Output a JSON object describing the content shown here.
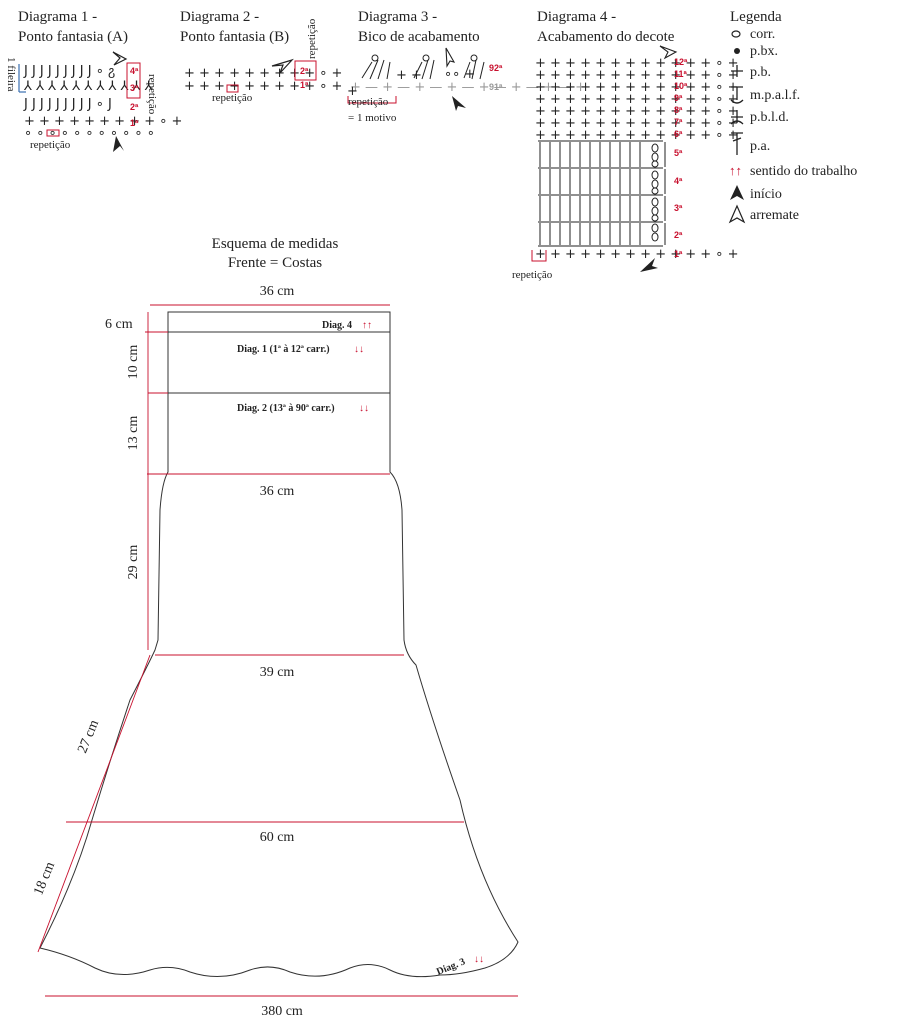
{
  "diagrams": {
    "d1": {
      "title1": "Diagrama 1 -",
      "title2": "Ponto fantasia (A)",
      "rows": [
        "4ª",
        "3ª",
        "2ª",
        "1ª"
      ],
      "side_label": "1 fileira",
      "repeat_v": "repetição",
      "repeat_h": "repetição"
    },
    "d2": {
      "title1": "Diagrama 2 -",
      "title2": "Ponto fantasia (B)",
      "rows": [
        "2ª",
        "1ª"
      ],
      "repeat_v": "repetição",
      "repeat_h": "repetição"
    },
    "d3": {
      "title1": "Diagrama 3 -",
      "title2": "Bico de acabamento",
      "rows": [
        "92ª",
        "91ª"
      ],
      "repeat": "repetição",
      "motif": "= 1 motivo"
    },
    "d4": {
      "title1": "Diagrama 4 -",
      "title2": "Acabamento do decote",
      "rows": [
        "12ª",
        "11ª",
        "10ª",
        "9ª",
        "8ª",
        "7ª",
        "6ª",
        "5ª",
        "4ª",
        "3ª",
        "2ª",
        "1ª"
      ],
      "repeat": "repetição"
    }
  },
  "legend": {
    "title": "Legenda",
    "items": [
      {
        "icon": "chain-icon",
        "symbol": "○",
        "label": "corr."
      },
      {
        "icon": "slip-stitch-icon",
        "symbol": "●",
        "label": "p.bx."
      },
      {
        "icon": "single-crochet-icon",
        "symbol": "+",
        "label": "p.b."
      },
      {
        "icon": "half-double-front-loop-icon",
        "symbol": "⊥",
        "label": "m.p.a.l.f."
      },
      {
        "icon": "single-crochet-back-loop-icon",
        "symbol": "⅄",
        "label": "p.b.l.d."
      },
      {
        "icon": "double-crochet-icon",
        "symbol": "Ŧ",
        "label": "p.a."
      },
      {
        "icon": "work-direction-icon",
        "symbol": "↑↑",
        "label": "sentido do trabalho"
      },
      {
        "icon": "start-arrow-icon",
        "symbol": "▲",
        "label": "início"
      },
      {
        "icon": "finish-arrow-icon",
        "symbol": "△",
        "label": "arremate"
      }
    ],
    "colors": {
      "red": "#c8102e",
      "blue": "#3a6fb0",
      "gray": "#999999"
    }
  },
  "schema": {
    "title1": "Esquema de medidas",
    "title2": "Frente = Costas",
    "labels": {
      "top_width": "36 cm",
      "h6": "6 cm",
      "h10": "10 cm",
      "h13": "13 cm",
      "mid_width": "36 cm",
      "h29": "29 cm",
      "waist_width": "39 cm",
      "h27": "27 cm",
      "hem_upper_width": "60 cm",
      "h18": "18 cm",
      "bottom_width": "380 cm"
    },
    "diag_labels": {
      "d4": "Diag. 4",
      "d1": "Diag. 1 (1ª à 12ª carr.)",
      "d2": "Diag. 2 (13ª à 90ª carr.)",
      "d3": "Diag. 3"
    },
    "arrows": {
      "up": "↑↑",
      "down": "↓↓"
    }
  }
}
